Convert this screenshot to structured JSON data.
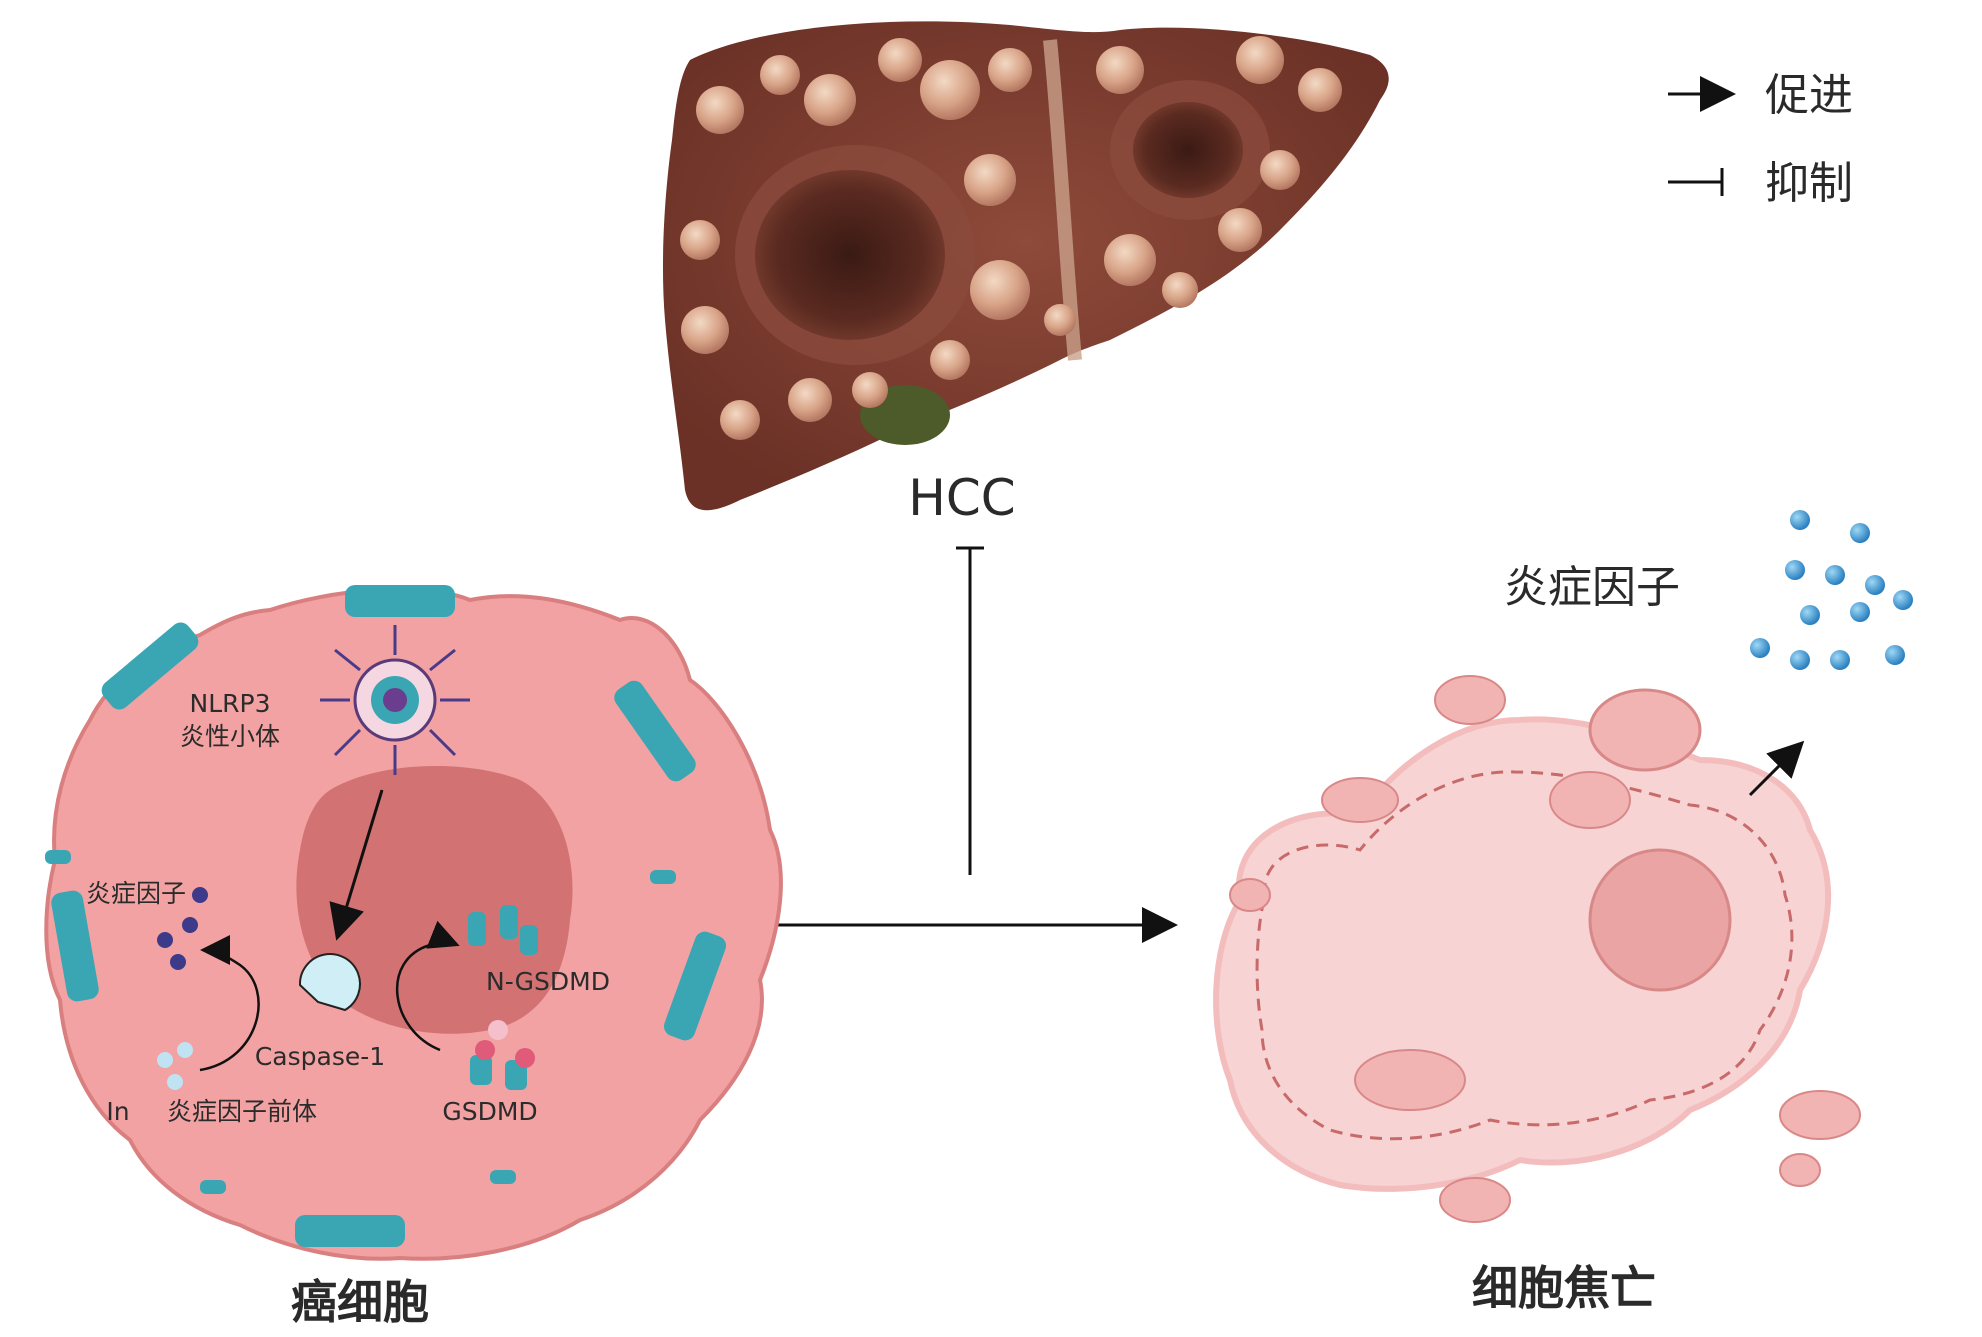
{
  "legend": {
    "promote": {
      "symbol": "arrow",
      "label": "促进"
    },
    "inhibit": {
      "symbol": "T-bar",
      "label": "抑制"
    }
  },
  "liver": {
    "label": "HCC"
  },
  "cancer_cell": {
    "title": "癌细胞",
    "nlrp3_line1": "NLRP3",
    "nlrp3_line2": "炎性小体",
    "inflammatory_factor": "炎症因子",
    "caspase": "Caspase-1",
    "n_gsdmd": "N-GSDMD",
    "gsdmd": "GSDMD",
    "in_label": "In",
    "precursor": "炎症因子前体"
  },
  "pyroptosis_cell": {
    "title": "细胞焦亡",
    "inflammatory_factor": "炎症因子"
  },
  "colors": {
    "cancer_cell": "#f2a2a2",
    "nucleus": "#d27272",
    "membrane_protein": "#3aa6b3",
    "liver": "#7a3a2e",
    "pyro_cell": "#f7c9c9",
    "cytokine": "#2a7fc0"
  }
}
